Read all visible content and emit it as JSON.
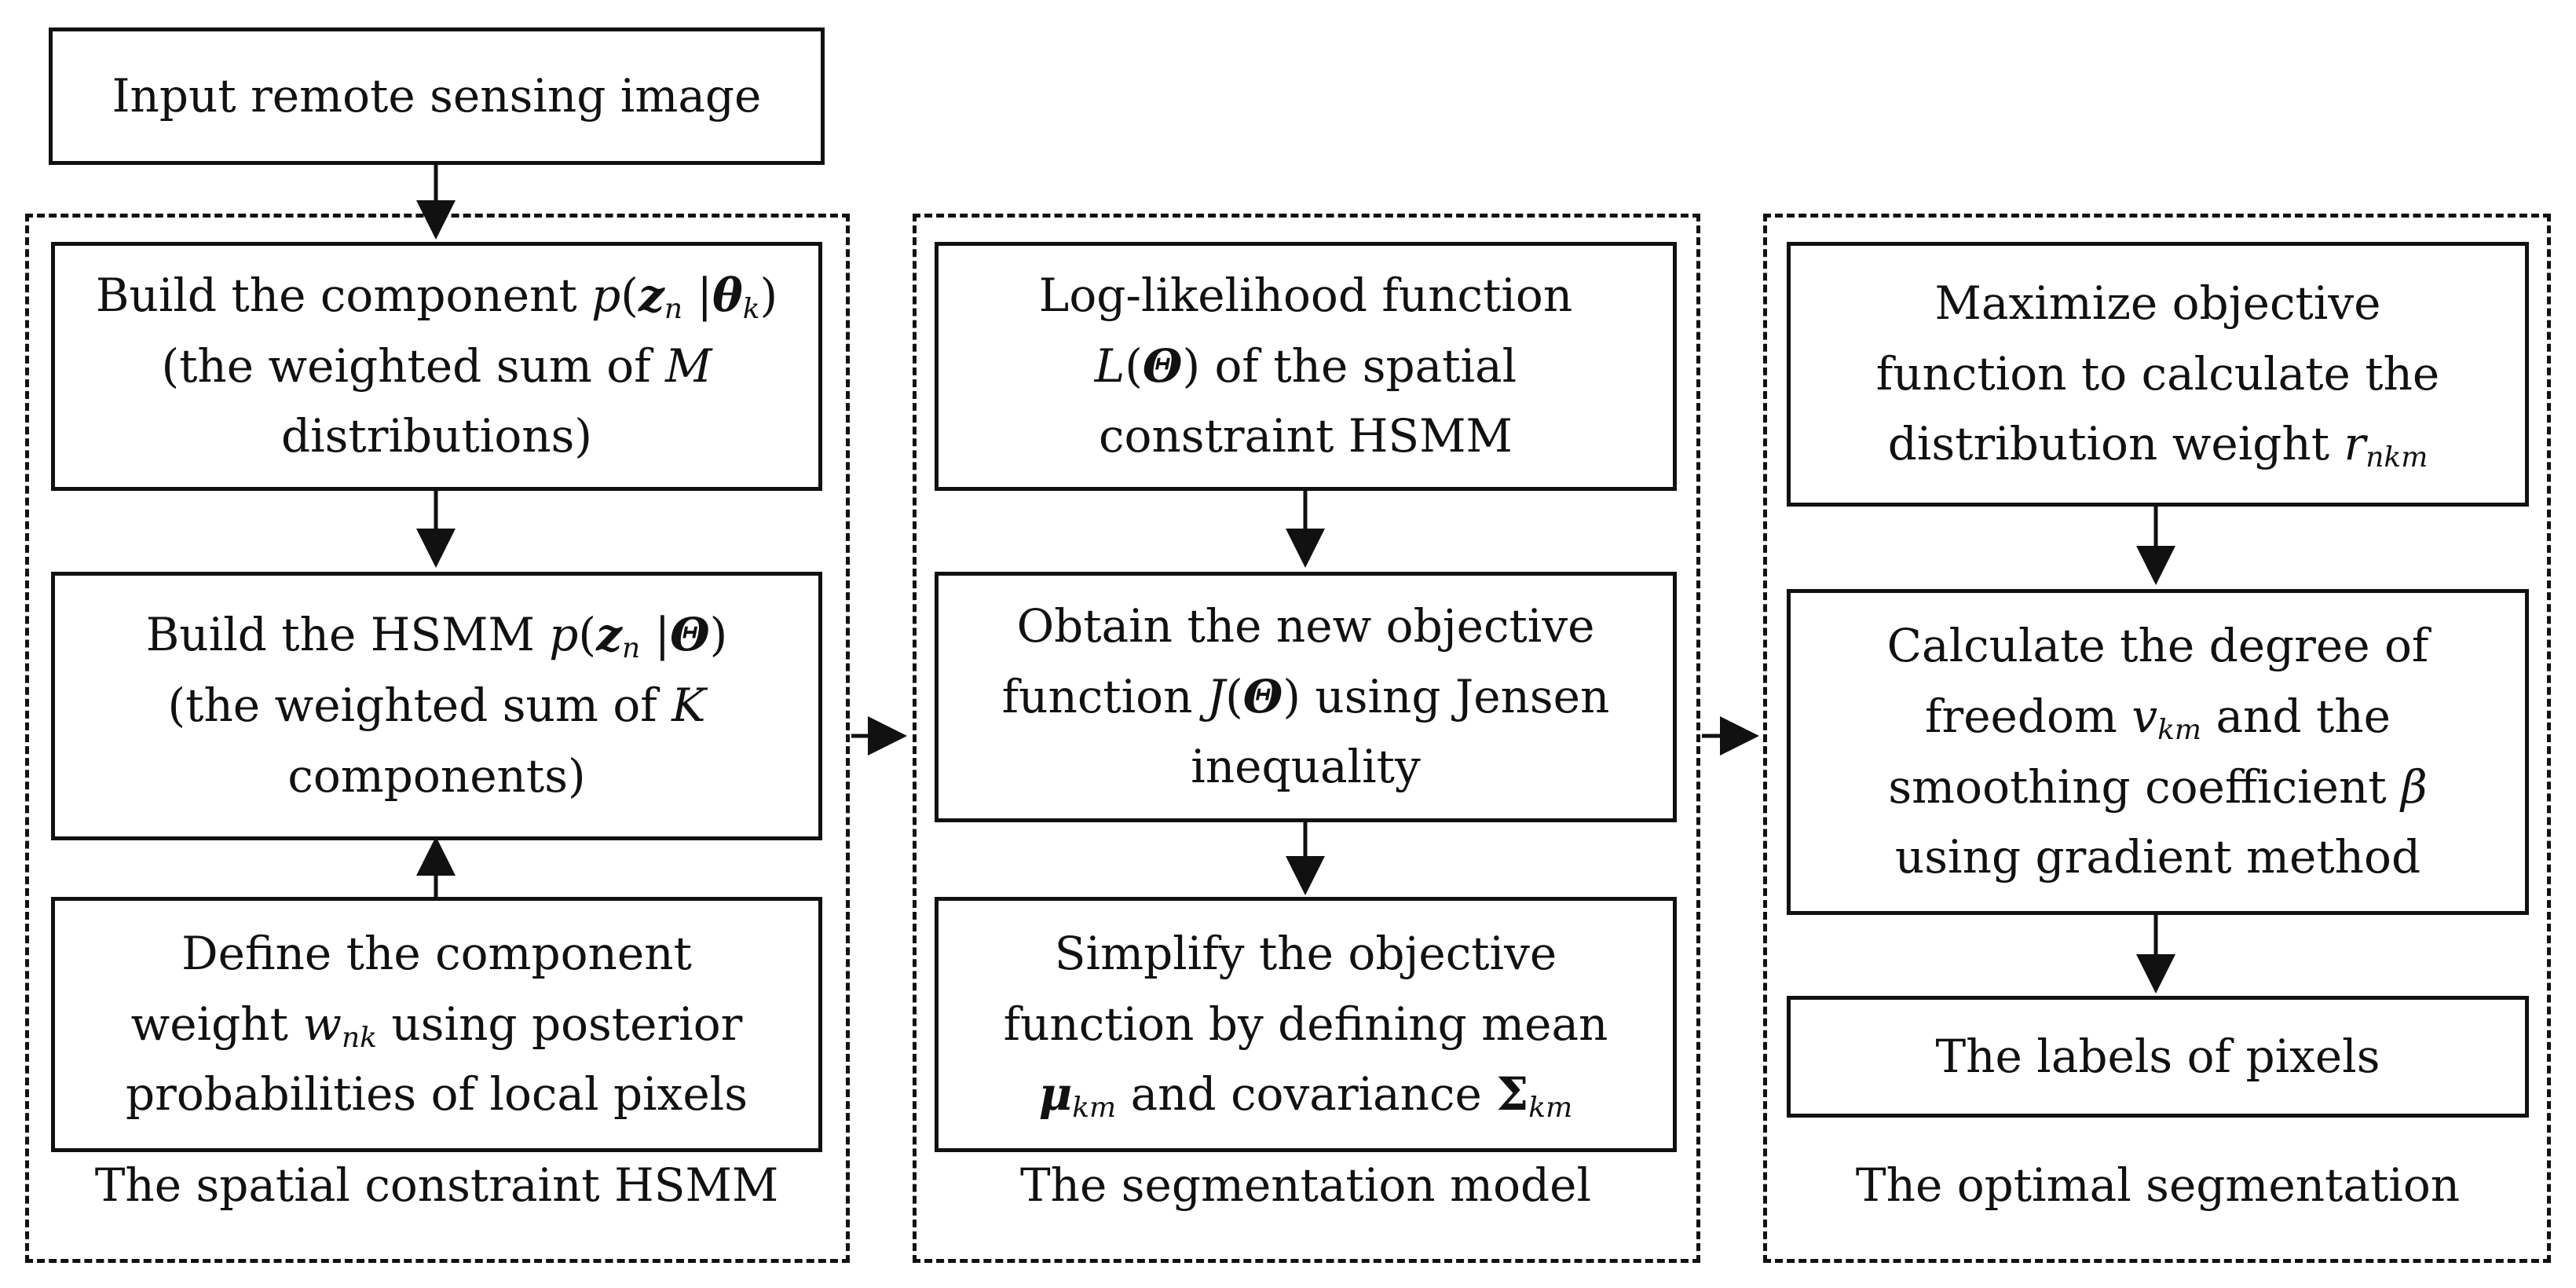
{
  "input_box": {
    "text": "Input remote sensing image"
  },
  "group1": {
    "caption": "The spatial constraint HSMM",
    "box_component": {
      "line1_prefix": "Build the component ",
      "p": "p",
      "z": "z",
      "z_sub": "n",
      "bar": "|",
      "theta": "θ",
      "theta_sub": "k",
      "line2": "(the weighted sum of ",
      "M": "M",
      "line3": "distributions)"
    },
    "box_hsmm": {
      "line1_prefix": "Build the HSMM ",
      "p": "p",
      "z": "z",
      "z_sub": "n",
      "bar": "|",
      "Theta": "Θ",
      "line2": "(the weighted sum of ",
      "K": "K",
      "line3": "components)"
    },
    "box_weight": {
      "line1": "Define the component",
      "line2_prefix": "weight ",
      "w": "w",
      "w_sub": "nk",
      "line2_suffix": " using posterior",
      "line3": "probabilities of local pixels"
    }
  },
  "group2": {
    "caption": "The segmentation model",
    "box_loglik": {
      "line1": "Log-likelihood function",
      "L": "L",
      "Theta": "Θ",
      "line2_suffix": " of the spatial",
      "line3": "constraint HSMM"
    },
    "box_objective": {
      "line1": "Obtain the new objective",
      "line2_prefix": "function ",
      "J": "J",
      "Theta": "Θ",
      "line2_suffix": " using Jensen",
      "line3": "inequality"
    },
    "box_simplify": {
      "line1": "Simplify the objective",
      "line2": "function by defining mean",
      "mu": "μ",
      "mu_sub": "km",
      "line3_mid": " and covariance ",
      "Sigma": "Σ",
      "sigma_sub": "km"
    }
  },
  "group3": {
    "caption": "The optimal segmentation",
    "box_maximize": {
      "line1": "Maximize objective",
      "line2": "function to calculate the",
      "line3_prefix": "distribution weight ",
      "r": "r",
      "r_sub": "nkm"
    },
    "box_gradient": {
      "line1": "Calculate the degree of",
      "line2_prefix": "freedom ",
      "v": "v",
      "v_sub": "km",
      "line2_suffix": " and the",
      "line3_prefix": "smoothing coefficient ",
      "beta": "β",
      "line4": "using gradient method"
    },
    "box_labels": {
      "text": "The labels of pixels"
    }
  },
  "colors": {
    "stroke": "#111111",
    "background": "#ffffff"
  }
}
